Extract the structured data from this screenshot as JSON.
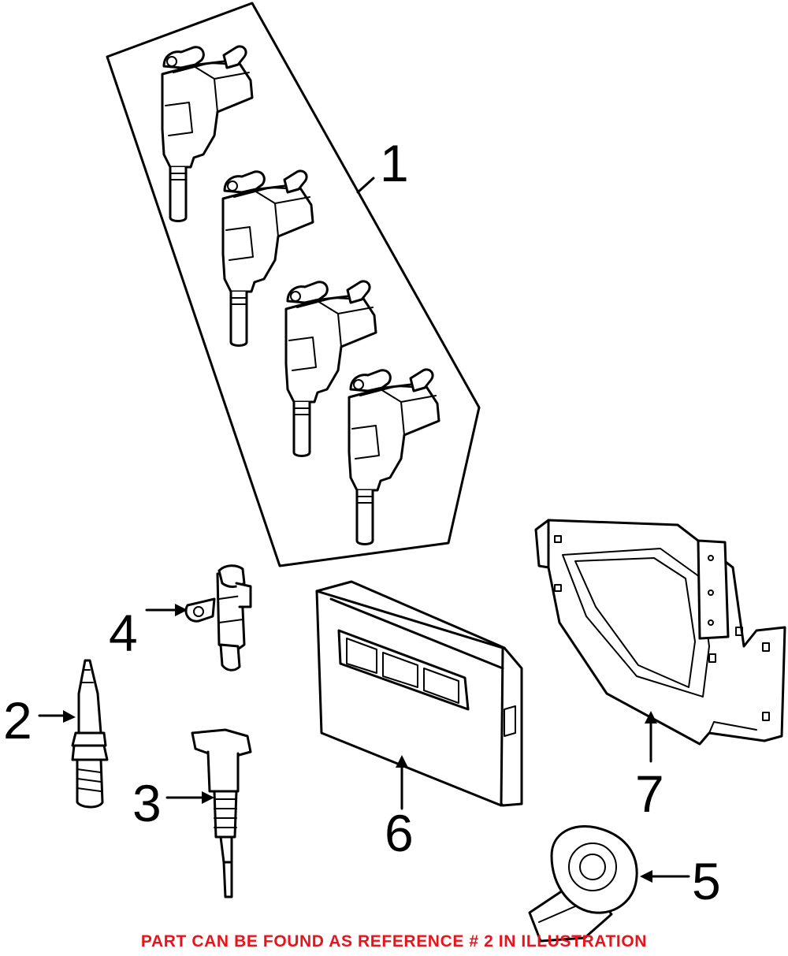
{
  "callouts": [
    {
      "id": "1",
      "part": "ignition-coil-set"
    },
    {
      "id": "2",
      "part": "spark-plug"
    },
    {
      "id": "3",
      "part": "fuel-injector"
    },
    {
      "id": "4",
      "part": "position-sensor"
    },
    {
      "id": "5",
      "part": "knock-sensor"
    },
    {
      "id": "6",
      "part": "control-module"
    },
    {
      "id": "7",
      "part": "mounting-bracket"
    }
  ],
  "footer": {
    "notice": "PART CAN BE FOUND AS REFERENCE # 2 IN ILLUSTRATION",
    "notice_color": "#e8141b"
  },
  "colors": {
    "line": "#000000",
    "background": "#ffffff"
  }
}
